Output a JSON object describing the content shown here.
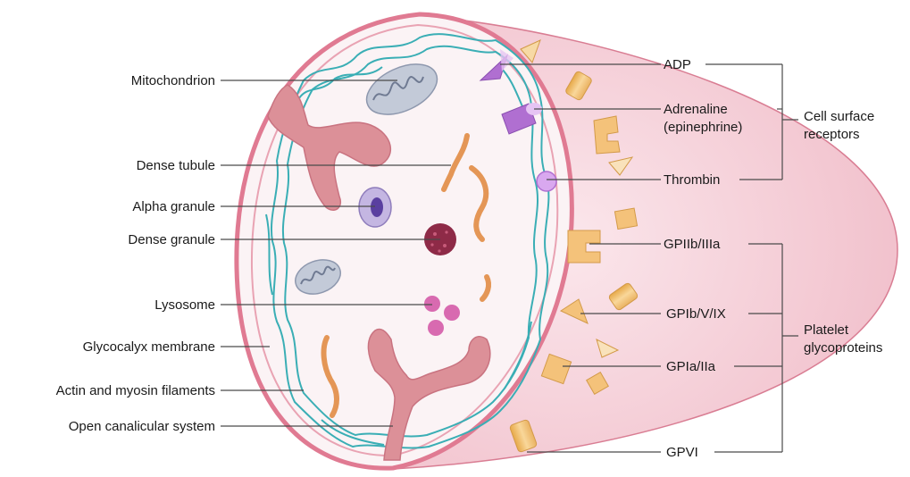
{
  "labels_left": {
    "mitochondrion": "Mitochondrion",
    "dense_tubule": "Dense tubule",
    "alpha_granule": "Alpha granule",
    "dense_granule": "Dense granule",
    "lysosome": "Lysosome",
    "glycocalyx": "Glycocalyx membrane",
    "actin_myosin": "Actin and myosin filaments",
    "open_canalicular": "Open canalicular system"
  },
  "labels_right": {
    "adp": "ADP",
    "adrenaline": "Adrenaline",
    "epinephrine": "(epinephrine)",
    "thrombin": "Thrombin",
    "gpiib": "GPIIb/IIIa",
    "gpib": "GPIb/V/IX",
    "gpia": "GPIa/IIa",
    "gpvi": "GPVI"
  },
  "groups": {
    "cell_surface_1": "Cell surface",
    "cell_surface_2": "receptors",
    "platelet_1": "Platelet",
    "platelet_2": "glycoproteins"
  },
  "colors": {
    "membrane": "#e07a92",
    "cytoplasm": "#fbf3f5",
    "outer_shell": "#f2c6cf",
    "filament": "#3aaeb5",
    "canalicular": "#d98a92",
    "mitochondrion": "#a9b3c6",
    "alpha_granule": "#6a4fa3",
    "dense_granule": "#8e2a47",
    "lysosome": "#d86ab0",
    "tubule": "#e59a5b",
    "glycoprotein": "#f4c27a",
    "receptor_purple": "#b06fd1"
  }
}
